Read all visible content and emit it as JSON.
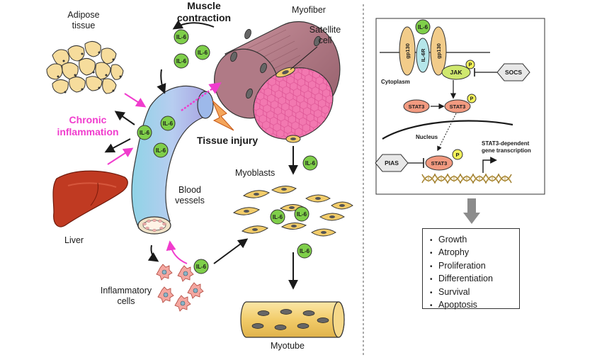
{
  "left_panel": {
    "adipose_label": [
      "Adipose",
      "tissue"
    ],
    "muscle_contraction_label": [
      "Muscle",
      "contraction"
    ],
    "myofiber_label": "Myofiber",
    "satellite_label": [
      "Satellite",
      "cell"
    ],
    "chronic_label": [
      "Chronic",
      "inflammation"
    ],
    "tissue_injury_label": "Tissue injury",
    "myoblasts_label": "Myoblasts",
    "blood_label": [
      "Blood",
      "vessels"
    ],
    "liver_label": "Liver",
    "inflammatory_label": [
      "Inflammatory",
      "cells"
    ],
    "myotube_label": "Myotube",
    "il6": "IL-6"
  },
  "right_panel": {
    "gp130": "gp130",
    "il6": "IL-6",
    "il6r": "IL-6R",
    "cytoplasm": "Cytoplasm",
    "jak": "JAK",
    "p": "P",
    "socs": "SOCS",
    "stat3": "STAT3",
    "nucleus": "Nucleus",
    "pias": "PIAS",
    "transcription": [
      "STAT3-dependent",
      "gene transcription"
    ],
    "outcomes": [
      "Growth",
      "Atrophy",
      "Proliferation",
      "Differentiation",
      "Survival",
      "Apoptosis"
    ]
  },
  "colors": {
    "il6_fill": "#7fcf4a",
    "chronic_text": "#f03ccd",
    "pink_arrow": "#f03ccd",
    "vessel": "#a7c7ea",
    "muscle": "#b07a86",
    "muscle_end": "#f278b0",
    "gp130": "#f2cc8a",
    "il6r": "#b5e6ea",
    "jak": "#cfe86e",
    "stat3": "#f29a80",
    "p_dot": "#f2f15a",
    "dna": "#c7a54e",
    "big_arrow": "#8c8c8c"
  }
}
